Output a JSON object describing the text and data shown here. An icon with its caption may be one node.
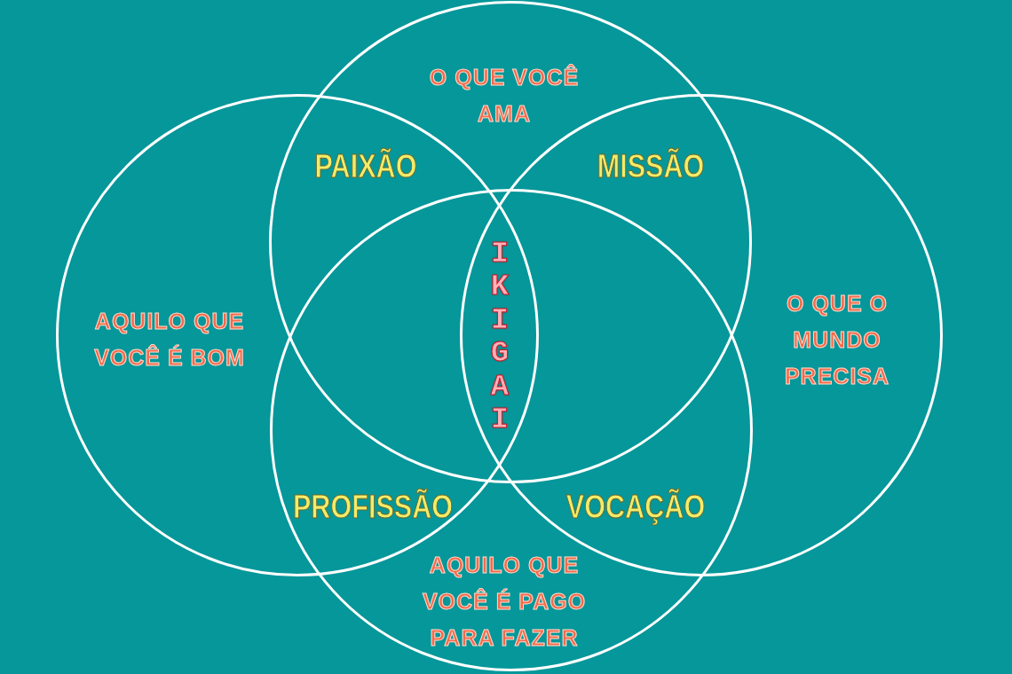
{
  "diagram": {
    "nodes": [
      {
        "text": [
          "O QUE VOCÊ AMA"
        ]
      },
      {
        "text": [
          "AQUILO QUE VOCÊ É BOM"
        ]
      },
      {
        "text": [
          "O QUE O MUNDO PRECISA"
        ]
      },
      {
        "text": [
          "AQUILO QUE VOCÊ É PAGO PARA FAZER"
        ]
      }
    ],
    "labels": [
      "PAIXÃO",
      "MISSÃO",
      "IKIGAI",
      "PROFISSÃO",
      "VOCAÇÃO"
    ]
  }
}
